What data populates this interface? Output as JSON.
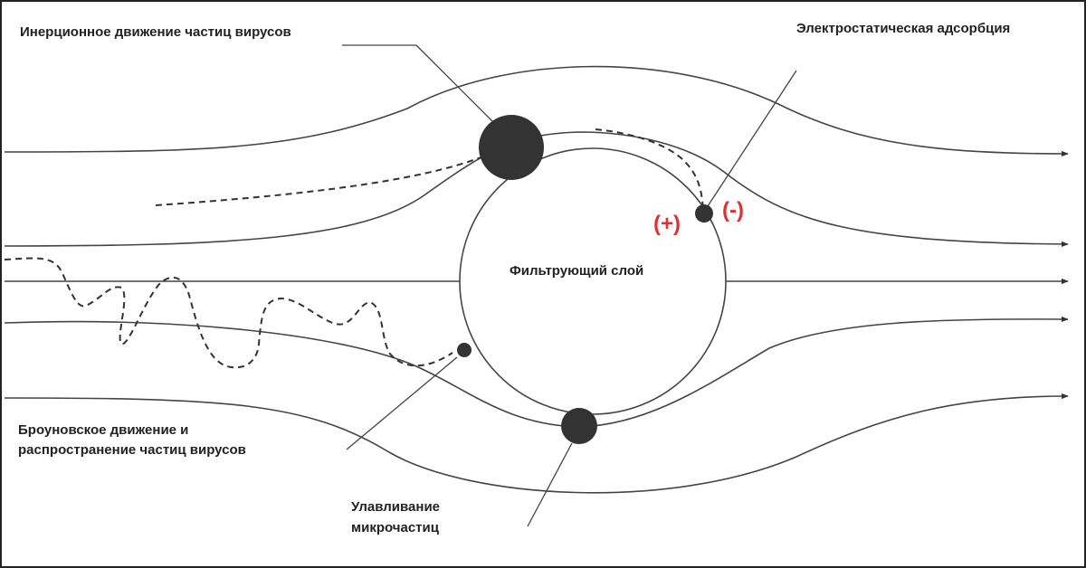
{
  "labels": {
    "inertial": "Инерционное движение частиц вирусов",
    "electrostatic": "Электростатическая адсорбция",
    "filter_layer": "Фильтрующий слой",
    "brownian_line1": "Броуновское движение  и",
    "brownian_line2": "распространение частиц вирусов",
    "capture_line1": "Улавливание",
    "capture_line2": "микрочастиц"
  },
  "charges": {
    "positive": "(+)",
    "negative": "(-)"
  },
  "colors": {
    "background": "#ffffff",
    "line": "#444444",
    "particle": "#333333",
    "charge": "#e03030",
    "text": "#222222"
  }
}
